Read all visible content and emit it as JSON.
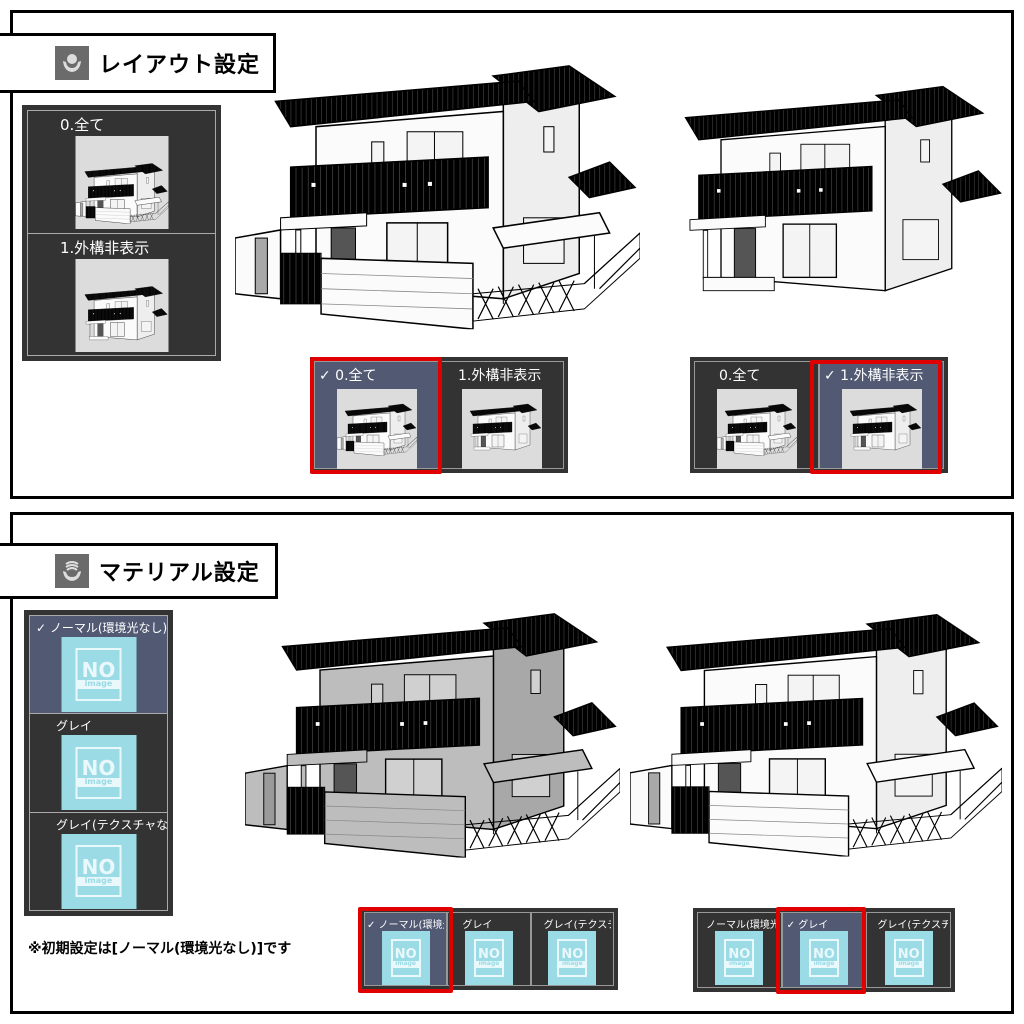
{
  "layout_section": {
    "title": "レイアウト設定",
    "icon": "layout-hand-icon",
    "list_items": [
      {
        "label": "0.全て",
        "selected": false
      },
      {
        "label": "1.外構非表示",
        "selected": false
      }
    ],
    "selector_a": {
      "items": [
        {
          "label": "✓ 0.全て",
          "selected": true
        },
        {
          "label": "1.外構非表示",
          "selected": false
        }
      ]
    },
    "selector_b": {
      "items": [
        {
          "label": "0.全て",
          "selected": false
        },
        {
          "label": "✓ 1.外構非表示",
          "selected": true
        }
      ]
    }
  },
  "material_section": {
    "title": "マテリアル設定",
    "icon": "material-hand-icon",
    "list_items": [
      {
        "label": "✓ ノーマル(環境光なし)",
        "selected": true
      },
      {
        "label": "グレイ",
        "selected": false
      },
      {
        "label": "グレイ(テクスチャなし)",
        "selected": false
      }
    ],
    "no_image": {
      "no": "NO",
      "image": "image"
    },
    "selector_a": {
      "items": [
        {
          "label": "✓ ノーマル(環境光なし)",
          "selected": true
        },
        {
          "label": "グレイ",
          "selected": false
        },
        {
          "label": "グレイ(テクスチャなし)",
          "selected": false
        }
      ]
    },
    "selector_b": {
      "items": [
        {
          "label": "ノーマル(環境光なし)",
          "selected": false
        },
        {
          "label": "✓ グレイ",
          "selected": true
        },
        {
          "label": "グレイ(テクスチャなし)",
          "selected": false
        }
      ]
    },
    "footnote": "※初期設定は[ノーマル(環境光なし)]です"
  },
  "colors": {
    "selected_bg": "#525a73",
    "panel_bg": "#333333",
    "highlight": "#e00000",
    "no_image_bg": "#9adbe6"
  }
}
